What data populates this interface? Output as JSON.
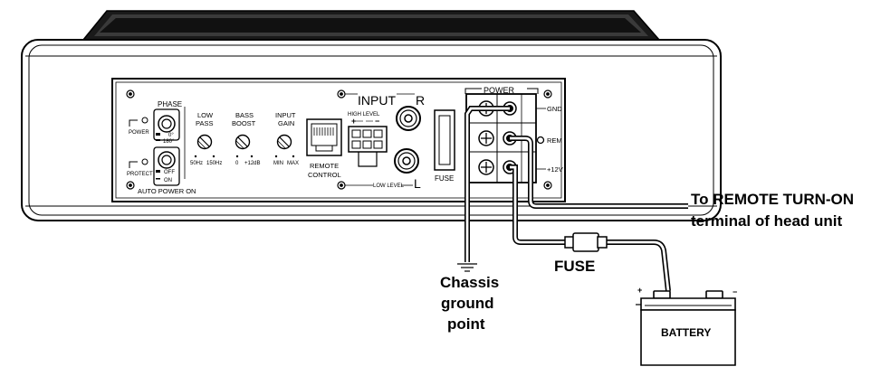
{
  "panel": {
    "phase": {
      "title": "PHASE",
      "opt_0": "0°",
      "opt_180": "180°"
    },
    "power_led": "POWER",
    "protect_led": "PROTECT",
    "auto_power": {
      "off": "OFF",
      "on": "ON",
      "title": "AUTO POWER ON"
    },
    "low_pass": {
      "title_1": "LOW",
      "title_2": "PASS",
      "min": "50Hz",
      "max": "150Hz"
    },
    "bass_boost": {
      "title_1": "BASS",
      "title_2": "BOOST",
      "min": "0",
      "max": "+12dB"
    },
    "input_gain": {
      "title_1": "INPUT",
      "title_2": "GAIN",
      "min": "MIN",
      "max": "MAX"
    },
    "remote_control": {
      "line1": "REMOTE",
      "line2": "CONTROL"
    },
    "input": {
      "title": "INPUT",
      "high_level": "HIGH LEVEL",
      "plus": "+",
      "minus": "−",
      "right": "R",
      "left": "L",
      "low_level": "LOW LEVEL"
    },
    "fuse_label": "FUSE",
    "power": {
      "title": "POWER",
      "gnd": "GND",
      "rem": "REM",
      "v12": "+12V"
    }
  },
  "callouts": {
    "remote_line1": "To REMOTE TURN-ON",
    "remote_line2": "terminal of head unit",
    "fuse": "FUSE",
    "chassis_line1": "Chassis",
    "chassis_line2": "ground",
    "chassis_line3": "point",
    "battery": "BATTERY",
    "battery_plus": "+",
    "battery_minus": "−"
  }
}
